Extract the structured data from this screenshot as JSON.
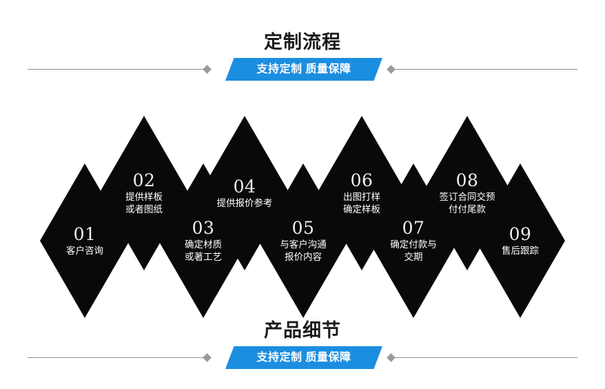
{
  "sections": {
    "top": {
      "title": "定制流程",
      "banner_text": "支持定制 质量保障"
    },
    "bottom": {
      "title": "产品细节",
      "banner_text": "支持定制 质量保障"
    }
  },
  "colors": {
    "banner_blue": "#1b8ee0",
    "diamond_black": "#090909",
    "rule_gray": "#8d8d8d",
    "title_black": "#1a1a1a",
    "number_cream": "#f3f0ec"
  },
  "flow": {
    "steps": [
      {
        "num": "01",
        "line1": "客户咨询",
        "line2": "",
        "row": "bottom"
      },
      {
        "num": "02",
        "line1": "提供样板",
        "line2": "或者图纸",
        "row": "top"
      },
      {
        "num": "03",
        "line1": "确定材质",
        "line2": "或著工艺",
        "row": "bottom"
      },
      {
        "num": "04",
        "line1": "提供报价参考",
        "line2": "",
        "row": "top"
      },
      {
        "num": "05",
        "line1": "与客户沟通",
        "line2": "报价内容",
        "row": "bottom"
      },
      {
        "num": "06",
        "line1": "出图打样",
        "line2": "确定样板",
        "row": "top"
      },
      {
        "num": "07",
        "line1": "确定付款与",
        "line2": "交期",
        "row": "bottom"
      },
      {
        "num": "08",
        "line1": "签订合同交预",
        "line2": "付付尾款",
        "row": "top"
      },
      {
        "num": "09",
        "line1": "售后跟踪",
        "line2": "",
        "row": "bottom"
      }
    ]
  }
}
